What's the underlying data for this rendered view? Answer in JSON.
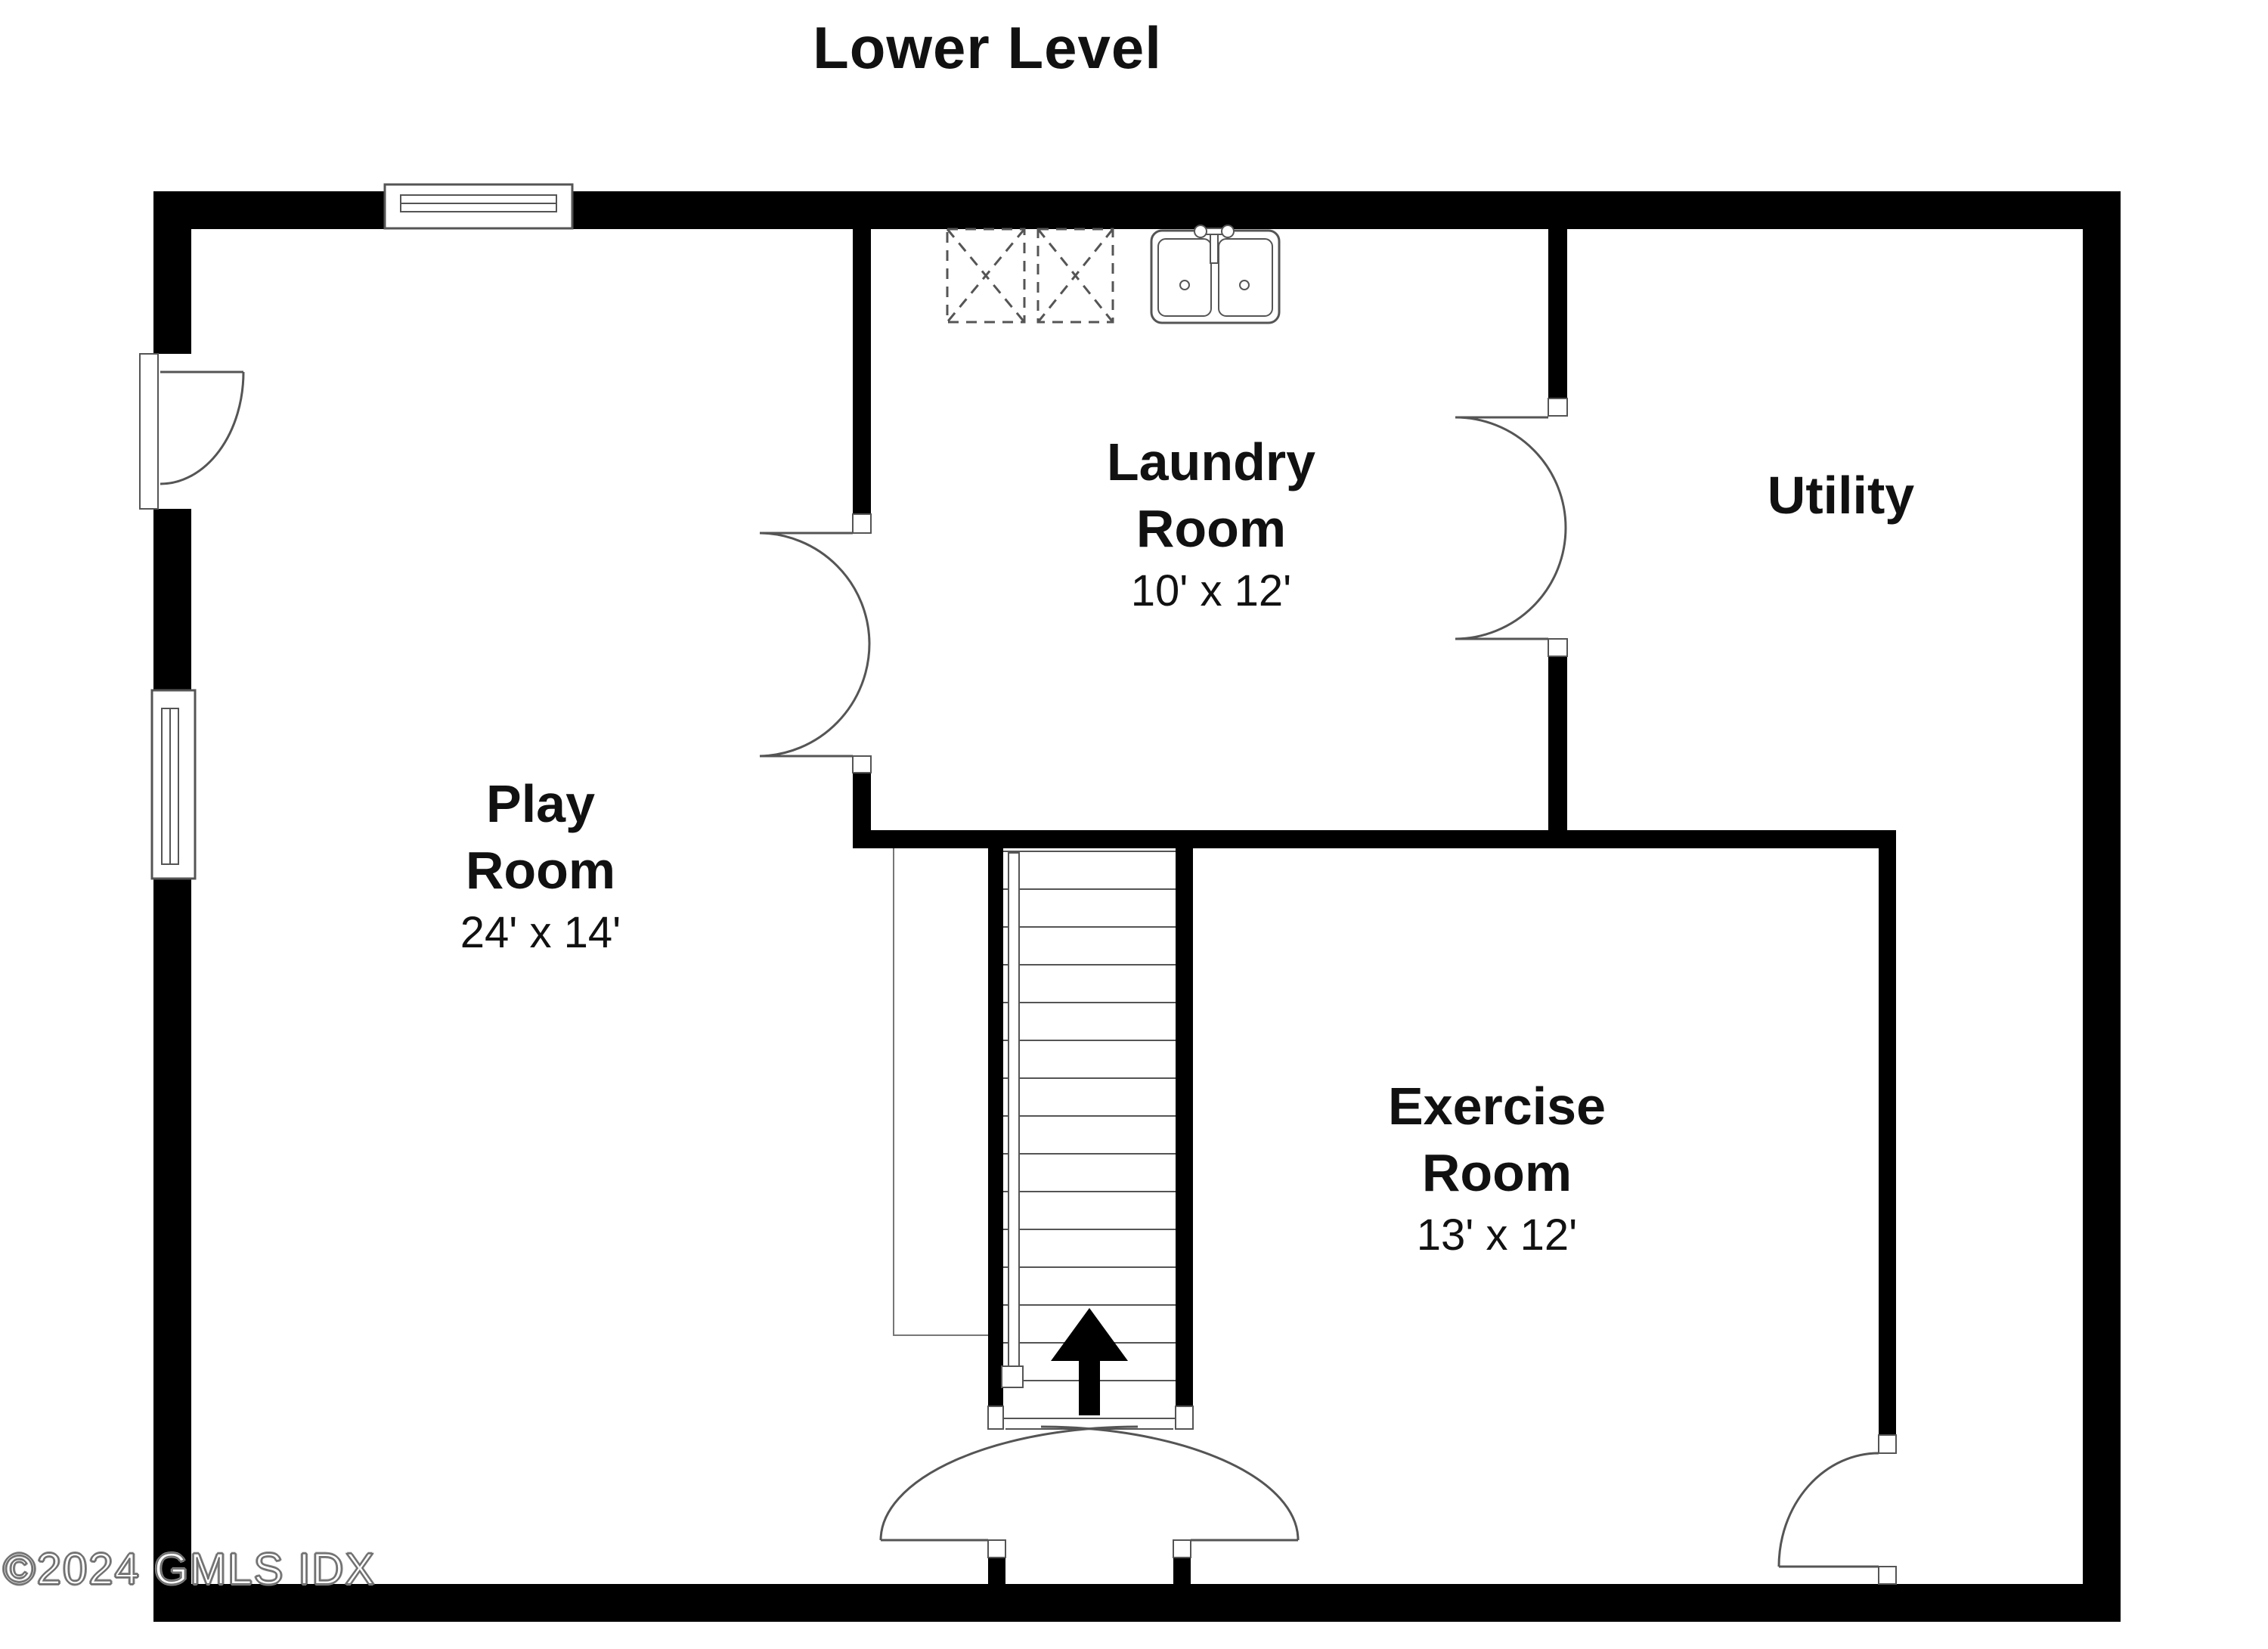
{
  "title": "Lower Level",
  "watermark": "©2024 GMLS IDX",
  "rooms": {
    "play": {
      "name": "Play Room",
      "dims": "24' x 14'"
    },
    "laundry": {
      "name": "Laundry Room",
      "dims": "10' x 12'"
    },
    "utility": {
      "name": "Utility"
    },
    "exercise": {
      "name": "Exercise Room",
      "dims": "13' x 12'"
    }
  },
  "fixtures": {
    "washer": "washer-icon",
    "dryer": "dryer-icon",
    "sink": "double-sink-icon",
    "stairs": {
      "direction_arrow": "up"
    }
  },
  "colors": {
    "wall": "#000000",
    "thin_line": "#555555",
    "background": "#ffffff",
    "text": "#111111",
    "watermark_fill": "#ffffff",
    "watermark_outline": "#6f6f6f"
  }
}
